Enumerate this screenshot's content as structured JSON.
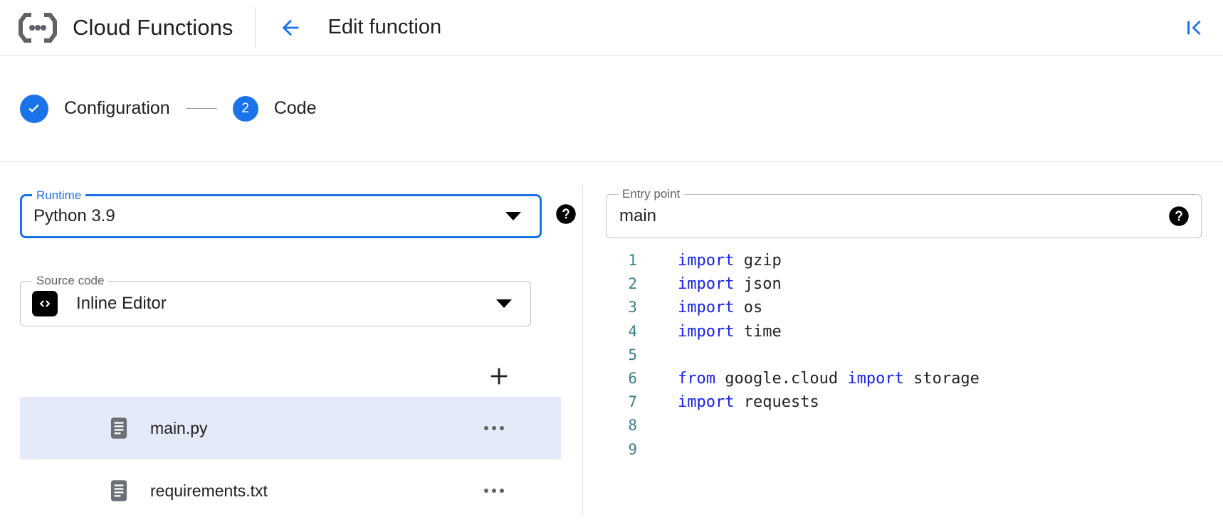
{
  "header": {
    "logo_icon": "cloud-functions-logo",
    "brand_title": "Cloud Functions",
    "back_icon": "arrow-left-icon",
    "page_title": "Edit function",
    "collapse_icon": "collapse-panel-icon"
  },
  "stepper": {
    "steps": [
      {
        "label": "Configuration",
        "state": "complete",
        "indicator": "check-icon"
      },
      {
        "label": "Code",
        "state": "active",
        "indicator": "2"
      }
    ]
  },
  "form": {
    "runtime": {
      "legend": "Runtime",
      "value": "Python 3.9",
      "focused": true,
      "help_icon": "help-icon"
    },
    "entry_point": {
      "legend": "Entry point",
      "value": "main",
      "placeholder": "main",
      "help_icon": "help-icon"
    },
    "source_code": {
      "legend": "Source code",
      "value": "Inline Editor",
      "icon": "code-brackets-icon"
    }
  },
  "files": {
    "add_label": "+",
    "add_icon": "plus-icon",
    "items": [
      {
        "name": "main.py",
        "icon": "file-icon",
        "selected": true,
        "menu_icon": "more-options-icon"
      },
      {
        "name": "requirements.txt",
        "icon": "file-icon",
        "selected": false,
        "menu_icon": "more-options-icon"
      }
    ]
  },
  "editor": {
    "lines": [
      {
        "num": "1",
        "kw": "import",
        "rest": " gzip"
      },
      {
        "num": "2",
        "kw": "import",
        "rest": " json"
      },
      {
        "num": "3",
        "kw": "import",
        "rest": " os"
      },
      {
        "num": "4",
        "kw": "import",
        "rest": " time"
      },
      {
        "num": "5",
        "kw": "",
        "rest": ""
      },
      {
        "num": "6",
        "kw": "from",
        "rest": " google.cloud ",
        "kw2": "import",
        "rest2": " storage"
      },
      {
        "num": "7",
        "kw": "import",
        "rest": " requests"
      },
      {
        "num": "8",
        "kw": "",
        "rest": ""
      },
      {
        "num": "9",
        "kw": "",
        "rest": ""
      }
    ]
  },
  "colors": {
    "accent": "#1a73e8",
    "keyword": "#1622e8",
    "line_number": "#3b7f8c",
    "selected_row": "#e4eaf7",
    "border": "#bdc1c6"
  }
}
